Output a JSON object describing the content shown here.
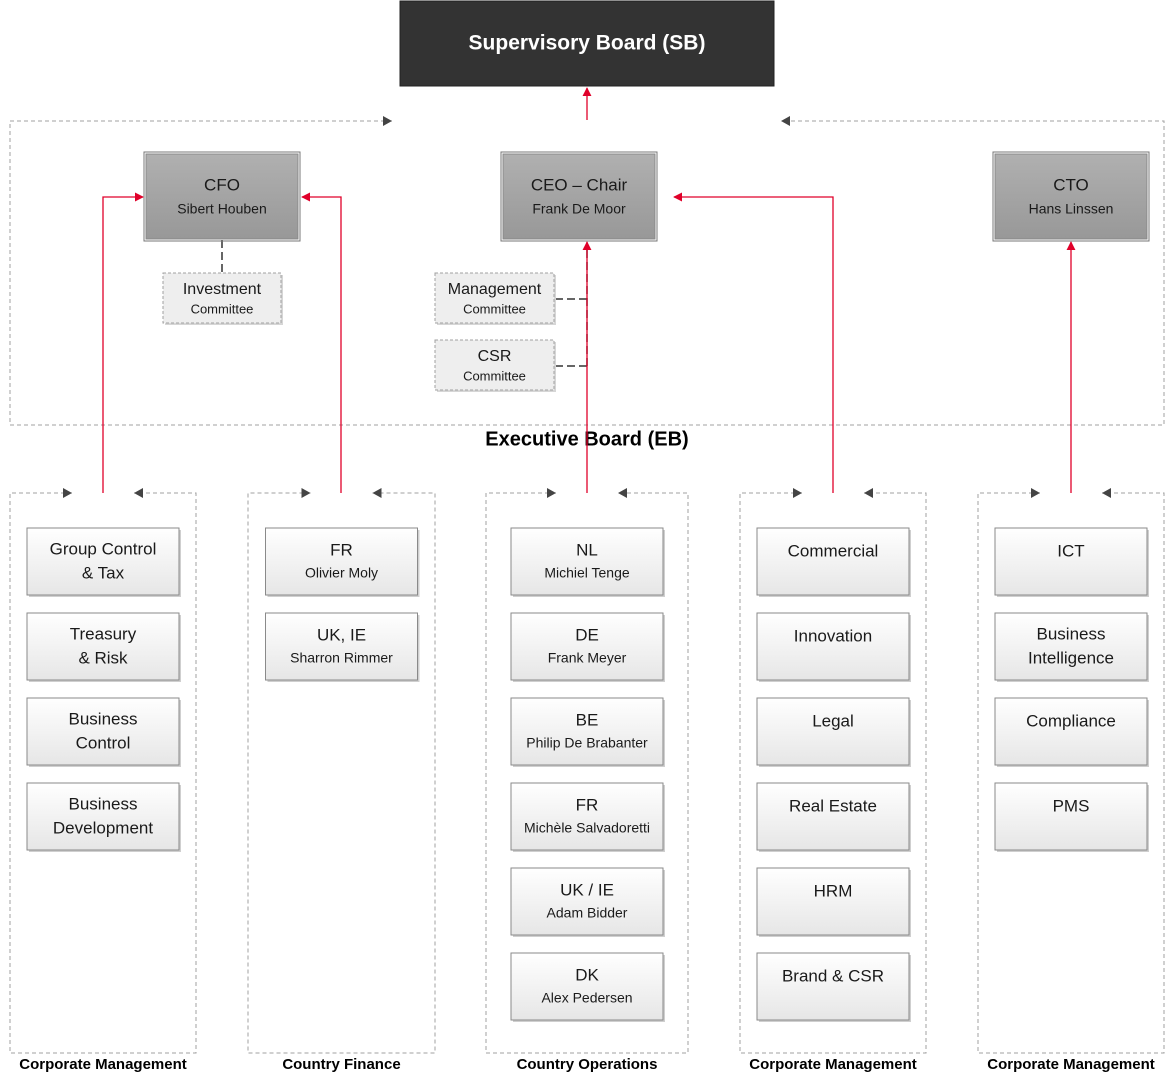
{
  "supervisory_board": {
    "label": "Supervisory Board (SB)"
  },
  "executive_board": {
    "label": "Executive Board (EB)",
    "officers": [
      {
        "id": "cfo",
        "title": "CFO",
        "name": "Sibert Houben"
      },
      {
        "id": "ceo",
        "title": "CEO – Chair",
        "name": "Frank De Moor"
      },
      {
        "id": "cto",
        "title": "CTO",
        "name": "Hans Linssen"
      }
    ],
    "committees": [
      {
        "id": "investment",
        "title": "Investment",
        "subtitle": "Committee"
      },
      {
        "id": "management",
        "title": "Management",
        "subtitle": "Committee"
      },
      {
        "id": "csr",
        "title": "CSR",
        "subtitle": "Committee"
      }
    ]
  },
  "columns": [
    {
      "id": "corp-mgmt-cfo",
      "label": "Corporate Management",
      "units": [
        {
          "lines": [
            "Group Control",
            "& Tax"
          ]
        },
        {
          "lines": [
            "Treasury",
            "& Risk"
          ]
        },
        {
          "lines": [
            "Business",
            "Control"
          ]
        },
        {
          "lines": [
            "Business",
            "Development"
          ]
        }
      ]
    },
    {
      "id": "country-finance",
      "label": "Country Finance",
      "units": [
        {
          "lines": [
            "FR"
          ],
          "name": "Olivier Moly"
        },
        {
          "lines": [
            "UK, IE"
          ],
          "name": "Sharron Rimmer"
        }
      ]
    },
    {
      "id": "country-operations",
      "label": "Country Operations",
      "units": [
        {
          "lines": [
            "NL"
          ],
          "name": "Michiel Tenge"
        },
        {
          "lines": [
            "DE"
          ],
          "name": "Frank Meyer"
        },
        {
          "lines": [
            "BE"
          ],
          "name": "Philip De Brabanter"
        },
        {
          "lines": [
            "FR"
          ],
          "name": "Michèle Salvadoretti"
        },
        {
          "lines": [
            "UK / IE"
          ],
          "name": "Adam Bidder"
        },
        {
          "lines": [
            "DK"
          ],
          "name": "Alex Pedersen"
        }
      ]
    },
    {
      "id": "corp-mgmt-ceo",
      "label": "Corporate Management",
      "units": [
        {
          "lines": [
            "Commercial"
          ]
        },
        {
          "lines": [
            "Innovation"
          ]
        },
        {
          "lines": [
            "Legal"
          ]
        },
        {
          "lines": [
            "Real Estate"
          ]
        },
        {
          "lines": [
            "HRM"
          ]
        },
        {
          "lines": [
            "Brand & CSR"
          ]
        }
      ]
    },
    {
      "id": "corp-mgmt-cto",
      "label": "Corporate Management",
      "units": [
        {
          "lines": [
            "ICT"
          ]
        },
        {
          "lines": [
            "Business",
            "Intelligence"
          ]
        },
        {
          "lines": [
            "Compliance"
          ]
        },
        {
          "lines": [
            "PMS"
          ]
        }
      ]
    }
  ],
  "colors": {
    "board_fill": "#333333",
    "officer_fill": "#a6a6a6",
    "committee_fill": "#eeeeee",
    "unit_fill": "#f4f4f4",
    "connector": "#e0002a",
    "dashed": "#a0a0a0"
  }
}
